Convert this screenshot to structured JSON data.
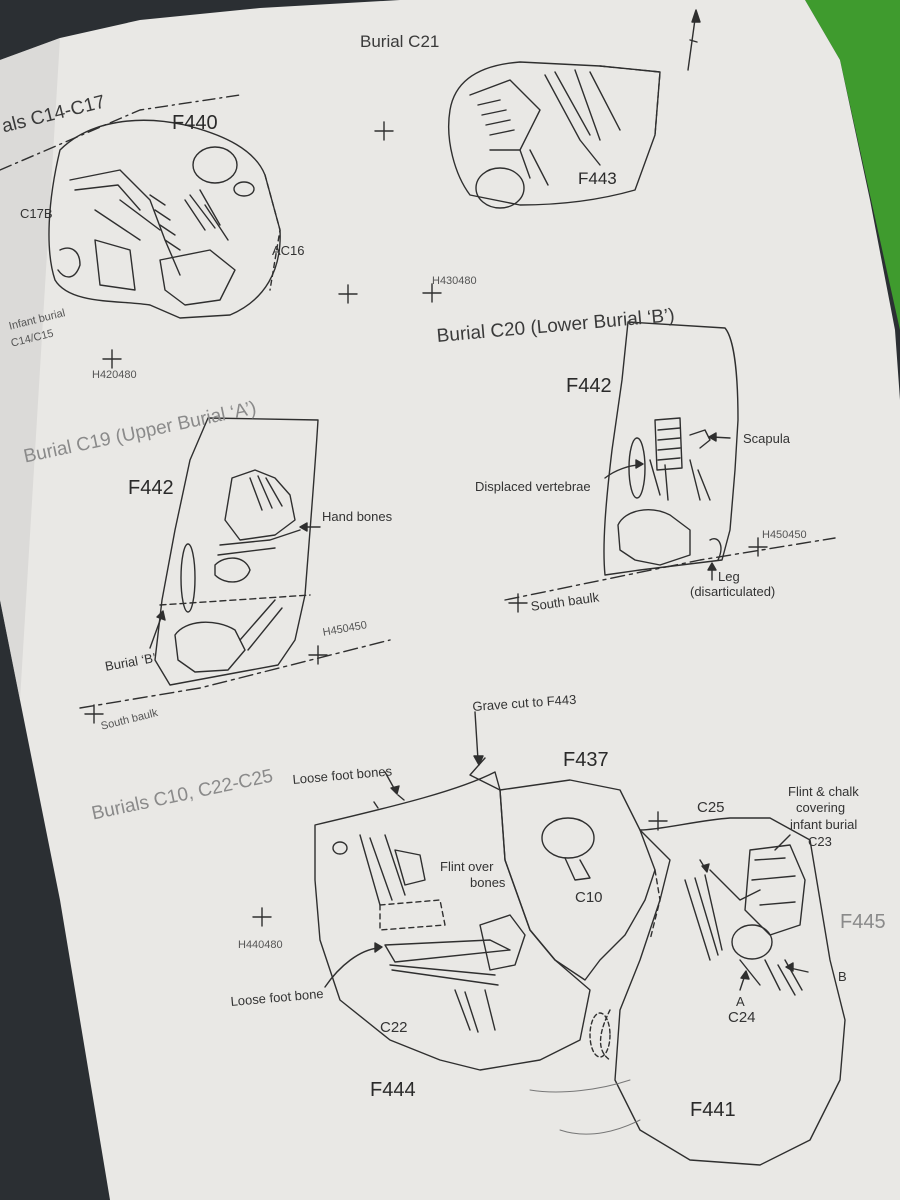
{
  "colors": {
    "page": "#e9e8e5",
    "ink": "#2f2f2f",
    "green": "#3f9b2e",
    "dark": "#2b2f33"
  },
  "labels": {
    "t_c14": "als C14-C17",
    "f440": "F440",
    "c17b": "C17B",
    "ac16": "AC16",
    "infant1": "Infant burial",
    "infant2": "C14/C15",
    "h420480": "H420480",
    "h430480": "H430480",
    "t_c21": "Burial C21",
    "f443_top": "F443",
    "t_c20": "Burial C20 (Lower Burial ‘B’)",
    "f442_c20": "F442",
    "scapula": "Scapula",
    "displaced": "Displaced vertebrae",
    "h450450_c20": "H450450",
    "south_baulk_c20": "South baulk",
    "leg": "Leg",
    "disart": "(disarticulated)",
    "t_c19": "Burial C19 (Upper Burial ‘A’)",
    "f442_c19": "F442",
    "hand": "Hand bones",
    "burial_b": "Burial ‘B’",
    "h450450_c19": "H450450",
    "south_baulk_c19": "South baulk",
    "t_c10": "Burials C10, C22-C25",
    "grave_cut": "Grave cut to F443",
    "f437": "F437",
    "loose_foot1": "Loose foot bones",
    "flint1": "Flint over",
    "flint2": "bones",
    "c10": "C10",
    "h440480": "H440480",
    "loose_foot2": "Loose foot bone",
    "c22": "C22",
    "f444": "F444",
    "c25": "C25",
    "fc1": "Flint & chalk",
    "fc2": "covering",
    "fc3": "infant burial",
    "fc4": "C23",
    "f445": "F445",
    "a": "A",
    "c24": "C24",
    "b": "B",
    "f441": "F441"
  }
}
